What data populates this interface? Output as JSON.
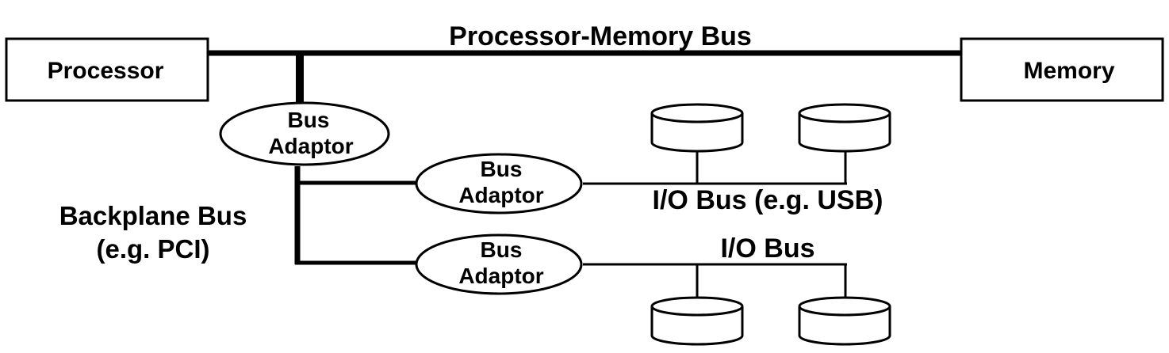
{
  "diagram": {
    "processor_label": "Processor",
    "memory_label": "Memory",
    "processor_memory_bus_label": "Processor-Memory Bus",
    "adaptor_main": {
      "line1": "Bus",
      "line2": "Adaptor"
    },
    "adaptor_usb": {
      "line1": "Bus",
      "line2": "Adaptor"
    },
    "adaptor_io": {
      "line1": "Bus",
      "line2": "Adaptor"
    },
    "backplane_bus_label": {
      "line1": "Backplane Bus",
      "line2": "(e.g. PCI)"
    },
    "io_bus_usb_label": "I/O Bus (e.g. USB)",
    "io_bus_label": "I/O Bus",
    "colors": {
      "stroke": "#000000",
      "background": "#ffffff"
    },
    "icons": [
      "disk-cylinder-icon"
    ]
  }
}
